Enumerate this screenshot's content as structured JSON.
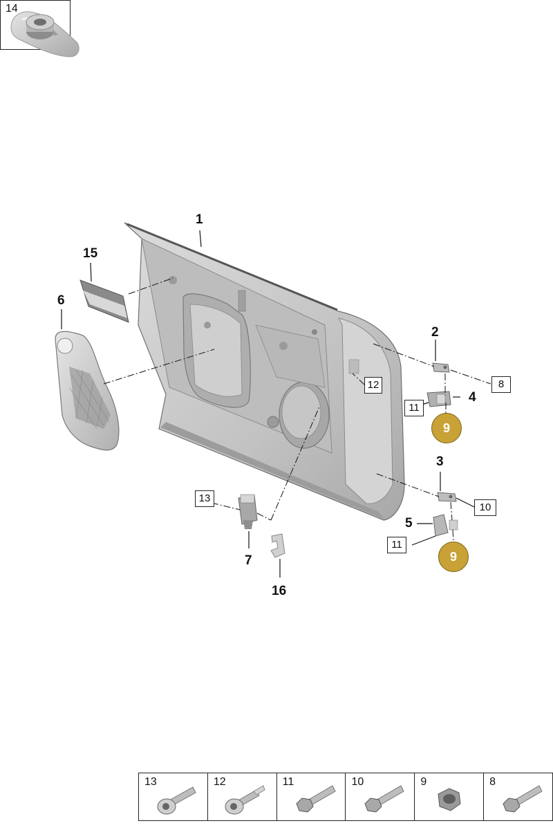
{
  "thumbnail_icon": "car-silhouette-icon",
  "top_box": {
    "number": "14",
    "icon": "grommet-icon"
  },
  "part_labels": {
    "p1": "1",
    "p2": "2",
    "p3": "3",
    "p4": "4",
    "p5": "5",
    "p6": "6",
    "p7": "7",
    "p15": "15",
    "p16": "16"
  },
  "boxed_labels": {
    "b12": "12",
    "b8": "8",
    "b11a": "11",
    "b11b": "11",
    "b13": "13",
    "b10": "10"
  },
  "circled_labels": {
    "c9a": "9",
    "c9b": "9"
  },
  "colors": {
    "highlight": "#c8a236",
    "part_gray": "#c9c9c9",
    "line": "#111111"
  },
  "hardware": [
    {
      "number": "13",
      "icon": "torx-bolt-icon"
    },
    {
      "number": "12",
      "icon": "flange-bolt-icon"
    },
    {
      "number": "11",
      "icon": "hex-bolt-icon"
    },
    {
      "number": "10",
      "icon": "hex-bolt-icon"
    },
    {
      "number": "9",
      "icon": "hex-nut-icon"
    },
    {
      "number": "8",
      "icon": "hex-bolt-icon"
    }
  ]
}
